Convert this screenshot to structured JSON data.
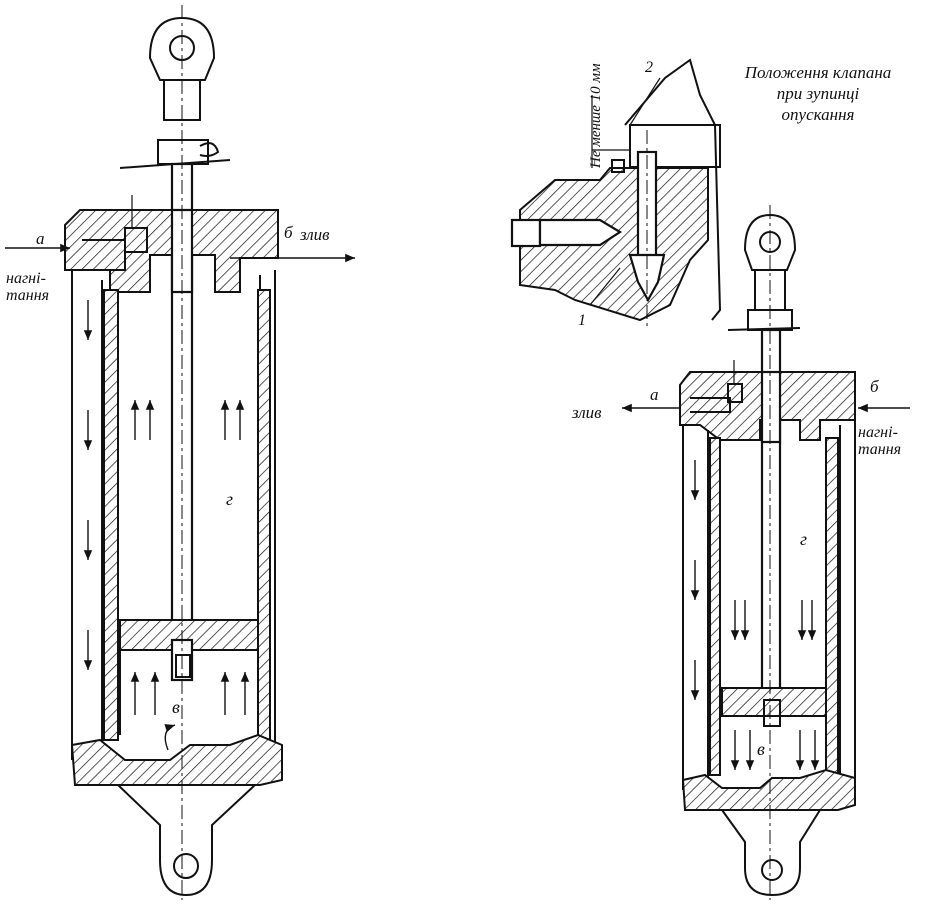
{
  "labels": {
    "left_a": "а",
    "left_b": "б",
    "left_drain": "злив",
    "left_pump_1": "нагні-",
    "left_pump_2": "тання",
    "left_g": "г",
    "left_v": "в",
    "detail_caption_1": "Положення клапана",
    "detail_caption_2": "при зупинці",
    "detail_caption_3": "опускання",
    "detail_dim": "Не менше 10 мм",
    "detail_part_1": "1",
    "detail_part_2": "2",
    "right_a": "а",
    "right_b": "б",
    "right_drain": "злив",
    "right_pump_1": "нагні-",
    "right_pump_2": "тання",
    "right_g": "г",
    "right_v": "в"
  }
}
